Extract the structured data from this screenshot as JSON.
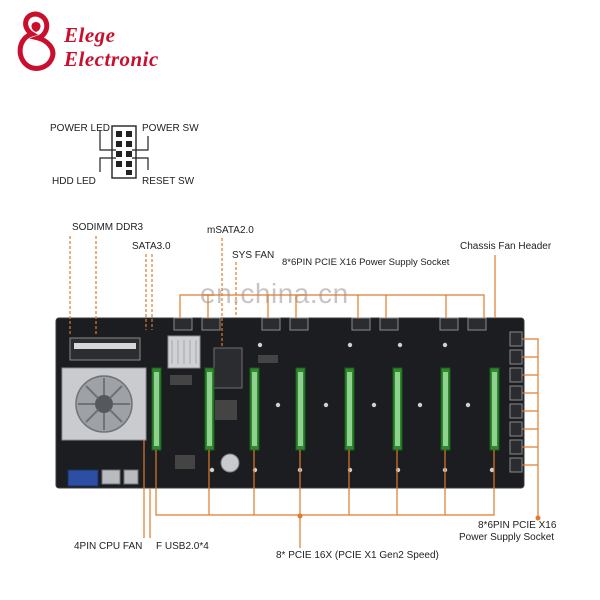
{
  "brand": {
    "line1": "Elege",
    "line2": "Electronic",
    "color": "#c8102e"
  },
  "watermark": "en.china.cn",
  "front_panel": {
    "power_led": "POWER LED",
    "power_sw": "POWER SW",
    "hdd_led": "HDD  LED",
    "reset_sw": "RESET SW"
  },
  "callouts": {
    "sodimm": "SODIMM DDR3",
    "sata": "SATA3.0",
    "msata": "mSATA2.0",
    "sys_fan": "SYS FAN",
    "pcie_power_top": "8*6PIN PCIE X16 Power Supply Socket",
    "chassis_fan": "Chassis Fan Header",
    "cpu_fan": "4PIN CPU FAN",
    "usb": "F USB2.0*4",
    "pcie_slots": "8* PCIE 16X (PCIE X1 Gen2 Speed)",
    "pcie_power_right_1": "8*6PIN PCIE X16",
    "pcie_power_right_2": "Power Supply Socket"
  },
  "colors": {
    "leader": "#e07a2c",
    "board": "#1b1d20",
    "slot": "#2f8a2f"
  }
}
